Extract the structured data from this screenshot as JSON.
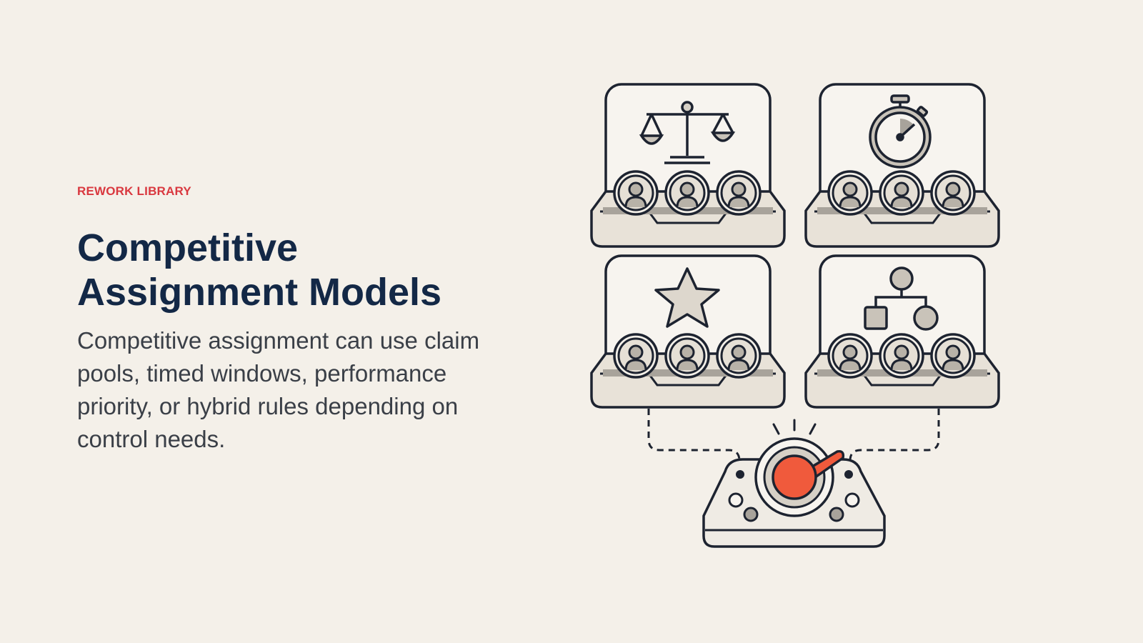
{
  "eyebrow": "REWORK LIBRARY",
  "title": {
    "line1": "Competitive",
    "line2": "Assignment Models"
  },
  "description": "Competitive assignment can use claim pools, timed windows, performance priority, or hybrid rules depending on control needs.",
  "colors": {
    "background": "#f4f0e9",
    "eyebrow": "#d9383f",
    "title": "#132846",
    "body": "#3a3f47",
    "accent": "#f05a3c",
    "outline": "#1d2330"
  },
  "icons": [
    "scales-icon",
    "stopwatch-icon",
    "star-icon",
    "hierarchy-icon",
    "dial-knob-icon",
    "person-icon"
  ]
}
